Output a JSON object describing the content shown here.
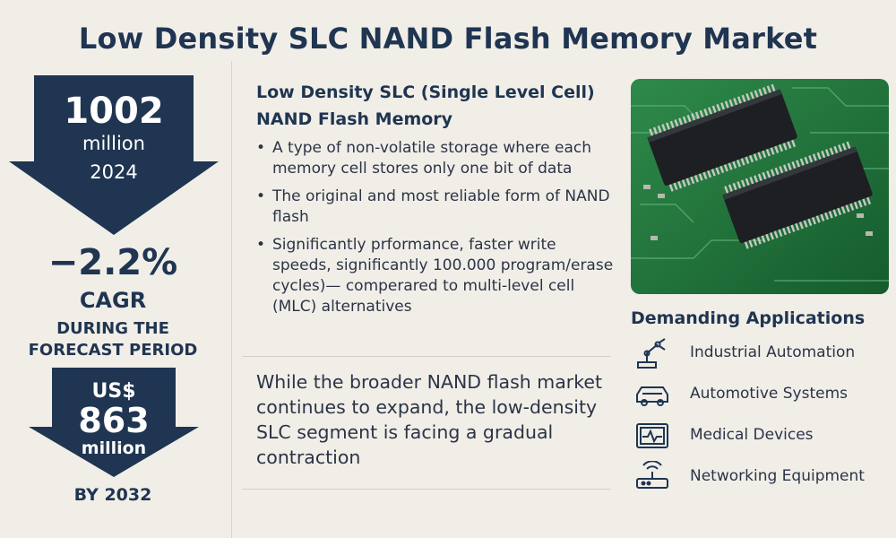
{
  "title": "Low Density SLC NAND Flash Memory Market",
  "stats": {
    "base_value": "1002",
    "base_unit": "million",
    "base_year": "2024",
    "cagr_value": "−2.2%",
    "cagr_label": "CAGR",
    "cagr_note_1": "DURING THE",
    "cagr_note_2": "FORECAST PERIOD",
    "forecast_currency": "US$",
    "forecast_value": "863",
    "forecast_unit": "million",
    "forecast_year": "BY 2032"
  },
  "definition": {
    "heading": "Low Density SLC (Single Level Cell) NAND Flash Memory",
    "bullets": [
      "A type of non-volatile storage where each memory cell stores only one bit of data",
      "The original and most reliable form of NAND flash",
      "Significantly prformance, faster write speeds, significantly 100.000 program/erase cycles)— comperared to multi-level cell (MLC) alternatives"
    ]
  },
  "summary": "While the broader NAND flash market continues to expand, the low-density SLC segment is facing a gradual contraction",
  "applications": {
    "heading": "Demanding Applications",
    "items": [
      {
        "label": "Industrial Automation",
        "icon": "robot-arm-icon"
      },
      {
        "label": "Automotive Systems",
        "icon": "car-icon"
      },
      {
        "label": "Medical Devices",
        "icon": "medical-monitor-icon"
      },
      {
        "label": "Networking Equipment",
        "icon": "router-icon"
      }
    ]
  },
  "colors": {
    "navy": "#1f3551",
    "background": "#f1eee8",
    "pcb_green": "#1f7a3e",
    "chip": "#1d1f22"
  }
}
